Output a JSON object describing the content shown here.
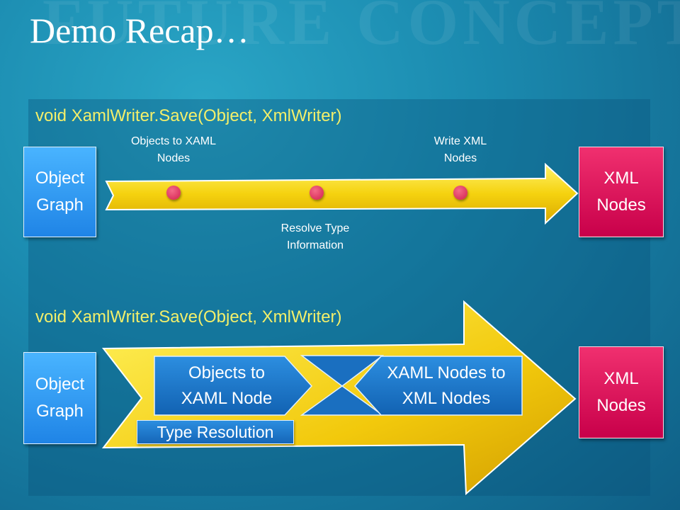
{
  "header": {
    "watermark": "FUTURE CONCEPT",
    "title": "Demo Recap…"
  },
  "top": {
    "signature": "void XamlWriter.Save(Object, XmlWriter)",
    "source_box": [
      "Object",
      "Graph"
    ],
    "target_box": [
      "XML",
      "Nodes"
    ],
    "steps": {
      "step1": [
        "Objects to XAML",
        "Nodes"
      ],
      "step2": [
        "Resolve Type",
        "Information"
      ],
      "step3": [
        "Write XML",
        "Nodes"
      ]
    }
  },
  "bottom": {
    "signature": "void XamlWriter.Save(Object, XmlWriter)",
    "source_box": [
      "Object",
      "Graph"
    ],
    "target_box": [
      "XML",
      "Nodes"
    ],
    "chevron1": [
      "Objects to",
      "XAML Node"
    ],
    "chevron2": [
      "XAML Nodes to",
      "XML Nodes"
    ],
    "type_resolution": "Type Resolution"
  },
  "colors": {
    "arrow_fill": "#f2cc12",
    "blue_box": "#2a8ef0",
    "pink_box": "#e00f5a",
    "signature_text": "#f3ef6a"
  }
}
